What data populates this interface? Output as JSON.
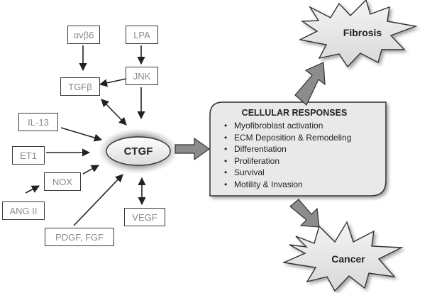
{
  "central_node": {
    "label": "CTGF"
  },
  "upstream_factors": {
    "avb6": "αvβ6",
    "lpa": "LPA",
    "tgfb": "TGFβ",
    "jnk": "JNK",
    "il13": "IL-13",
    "et1": "ET1",
    "nox": "NOX",
    "ang2": "ANG II",
    "pdgf_fgf": "PDGF, FGF",
    "vegf": "VEGF"
  },
  "cellular_responses": {
    "title": "CELLULAR RESPONSES",
    "items": [
      "Myofibroblast activation",
      "ECM Deposition & Remodeling",
      "Differentiation",
      "Proliferation",
      "Survival",
      "Motility & Invasion"
    ]
  },
  "outcomes": {
    "fibrosis": "Fibrosis",
    "cancer": "Cancer"
  },
  "colors": {
    "box_text": "#8a8a8a",
    "outline": "#3a3a3a",
    "panel_fill": "#e9e9e9",
    "block_arrow": "#8c8c8c"
  }
}
